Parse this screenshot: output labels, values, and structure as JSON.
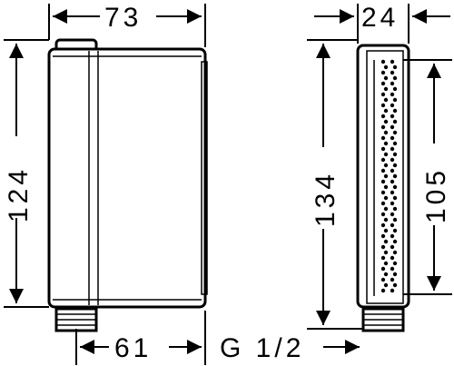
{
  "drawing": {
    "front_view": {
      "width_label": "73",
      "height_label": "124",
      "connection_width_label": "61"
    },
    "side_view": {
      "depth_label": "24",
      "overall_height_label": "134",
      "perforated_height_label": "105"
    },
    "thread_label": "G 1/2"
  }
}
